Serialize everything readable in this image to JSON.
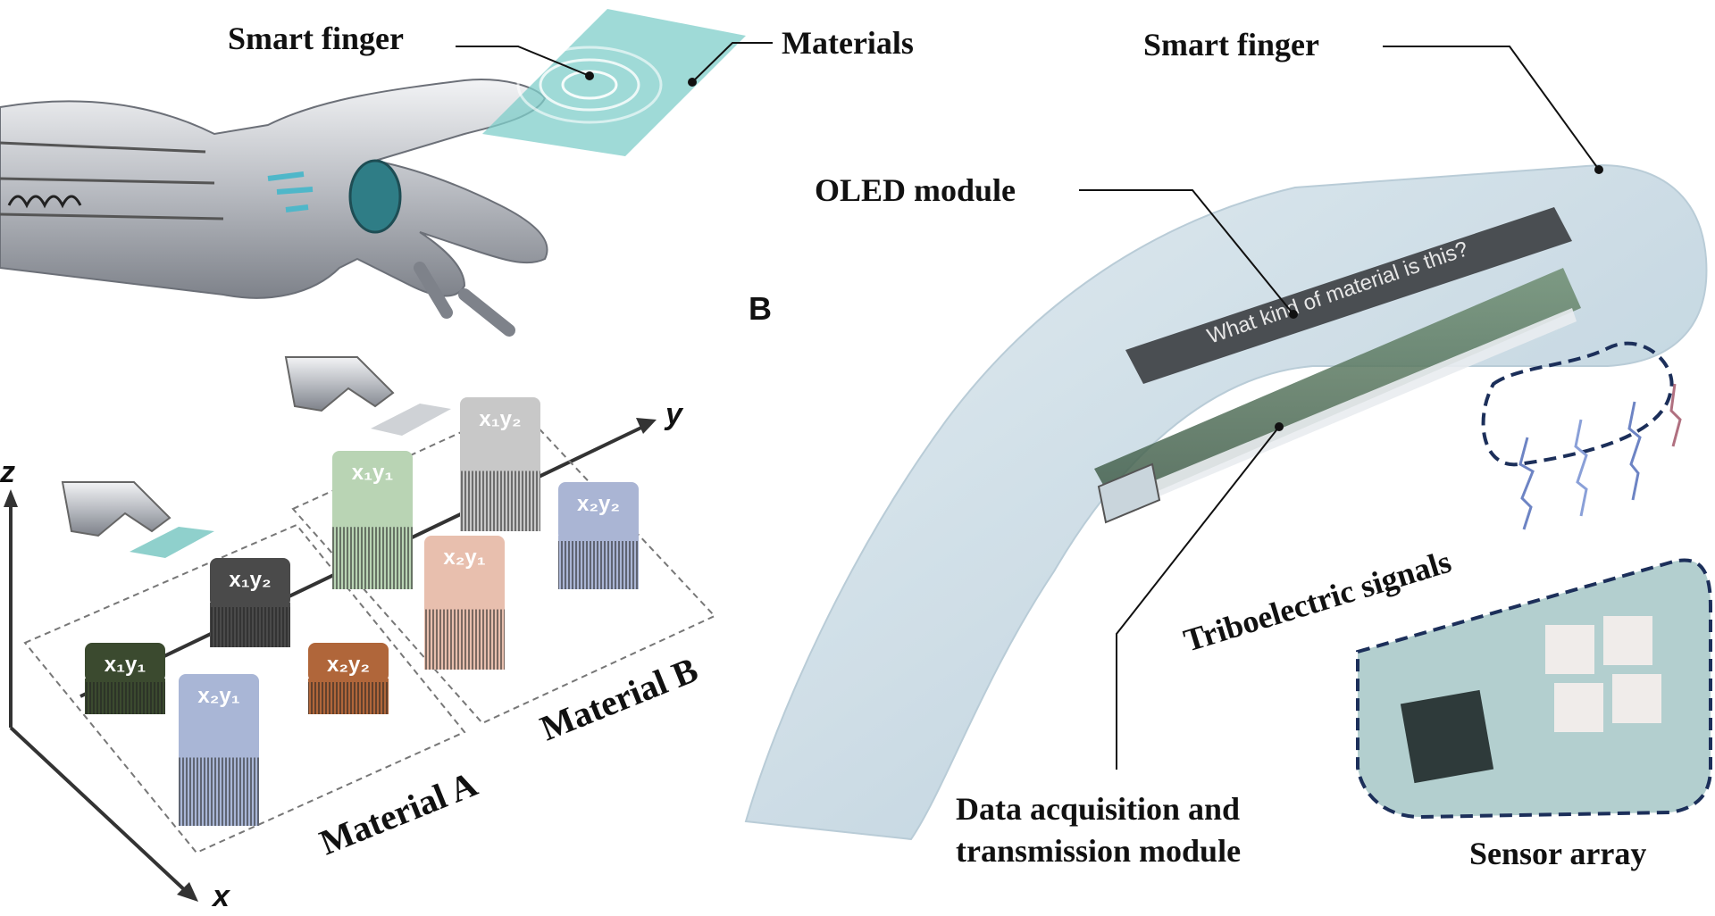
{
  "labels": {
    "smart_finger_left": "Smart finger",
    "materials": "Materials",
    "smart_finger_right": "Smart finger",
    "oled_module": "OLED module",
    "panel_b": "B",
    "oled_text": "What kind of material is this?",
    "triboelectric_signals": "Triboelectric signals",
    "data_acq_line1": "Data acquisition and",
    "data_acq_line2": "transmission module",
    "sensor_array": "Sensor array",
    "material_a": "Material A",
    "material_b": "Material B",
    "axis_x": "x",
    "axis_y": "y",
    "axis_z": "z"
  },
  "blocks": [
    {
      "label": "x₁y₁",
      "color": "#3b4a2f"
    },
    {
      "label": "x₁y₂",
      "color": "#4a4a4a"
    },
    {
      "label": "x₂y₁",
      "color": "#a9b6d6"
    },
    {
      "label": "x₂y₂",
      "color": "#b0663a"
    },
    {
      "label": "x₁y₁",
      "color": "#b9d4b4"
    },
    {
      "label": "x₁y₂",
      "color": "#c8c8c8"
    },
    {
      "label": "x₂y₁",
      "color": "#e8bfae"
    },
    {
      "label": "x₂y₂",
      "color": "#aab5d4"
    }
  ],
  "colors": {
    "sheet": "#7fcdc9",
    "finger_tube": "#c7dbe6",
    "oled": "#4a4e52",
    "dash_outline": "#1c2f5a"
  }
}
